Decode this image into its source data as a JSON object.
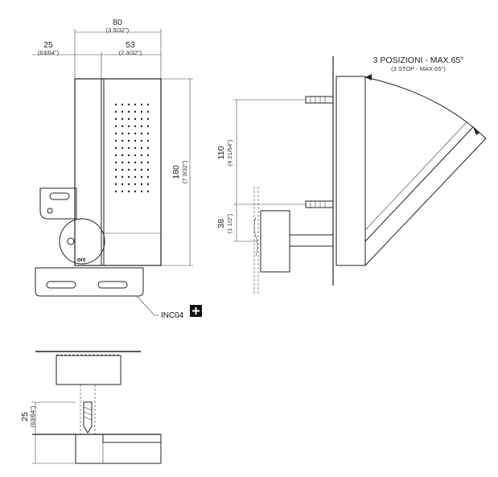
{
  "front_view": {
    "width": {
      "mm": "80",
      "inch": "(3 5/32\")"
    },
    "left_offset": {
      "mm": "25",
      "inch": "(63/64\")"
    },
    "right_part": {
      "mm": "53",
      "inch": "(2 3/32\")"
    },
    "height": {
      "mm": "180",
      "inch": "(7 3/32\")"
    },
    "logo_text": "orc",
    "callout_label": "INC04",
    "callout_icon": "plus-icon"
  },
  "side_view": {
    "title": "3 POSIZIONI - MAX.65°",
    "subtitle": "(3 STOP - MAX.65°)",
    "hole_spacing": {
      "mm": "110",
      "inch": "(4 21/64\")"
    },
    "lower_offset": {
      "mm": "38",
      "inch": "(1 1/2\")"
    }
  },
  "top_view": {
    "depth": {
      "mm": "25",
      "inch": "(63/64\")"
    }
  }
}
